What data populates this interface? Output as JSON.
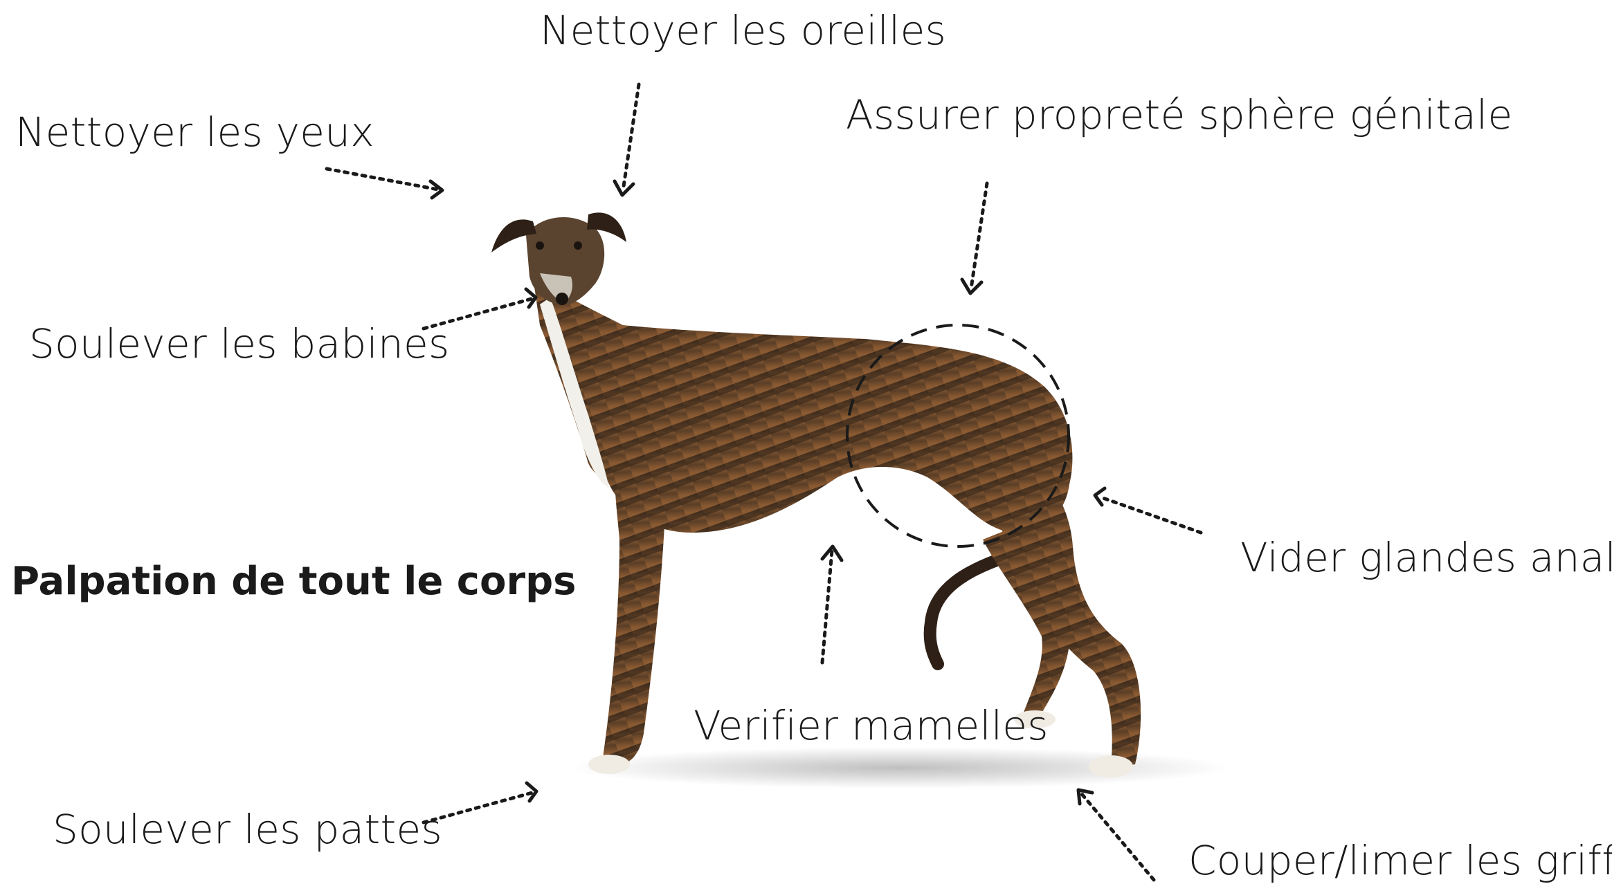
{
  "labels": {
    "ears": "Nettoyer les oreilles",
    "eyes": "Nettoyer les yeux",
    "genital": "Assurer propreté sphère génitale",
    "lips": "Soulever les babines",
    "body": "Palpation de tout le corps",
    "anal": "Vider glandes anales",
    "mammary": "Verifier mamelles",
    "paws": "Soulever les pattes",
    "claws": "Couper/limer les griffes"
  },
  "colors": {
    "text": "#1a1a1a",
    "arrow": "#1a1a1a",
    "coat_dark": "#3b2a1e",
    "coat_mid": "#6b4a2e",
    "coat_light": "#a0703f",
    "chest": "#f2f0ea"
  },
  "icons": [
    "greyhound-illustration",
    "dotted-arrow",
    "dashed-circle"
  ]
}
